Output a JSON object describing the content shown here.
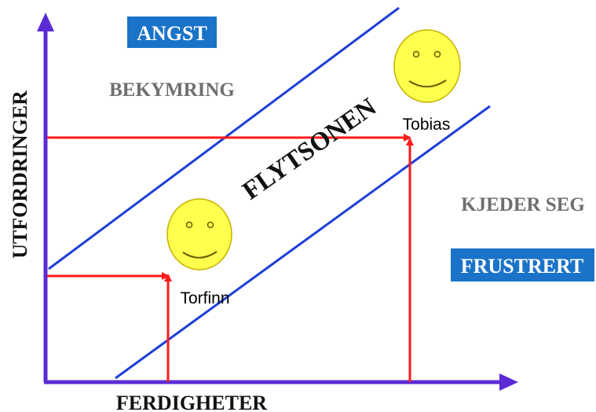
{
  "axes": {
    "y_label": "UTFORDRINGER",
    "x_label": "FERDIGHETER"
  },
  "zones": {
    "top_box": "ANGST",
    "upper_left": "BEKYMRING",
    "flow_zone": "FLYTSONEN",
    "lower_right": "KJEDER SEG",
    "bottom_box": "FRUSTRERT"
  },
  "people": {
    "upper": "Tobias",
    "lower": "Torfinn"
  },
  "colors": {
    "axis": "#5b2bd6",
    "band": "#1f3fd8",
    "arrow": "#ff1a1a",
    "box_fill": "#1a73c8",
    "box_text": "#ffffff",
    "zone_text": "#6f6f6f",
    "face_fill": "#ffff4d",
    "face_stroke": "#c7b000"
  },
  "icons": [
    "smiley-face-icon",
    "smiley-face-icon"
  ]
}
